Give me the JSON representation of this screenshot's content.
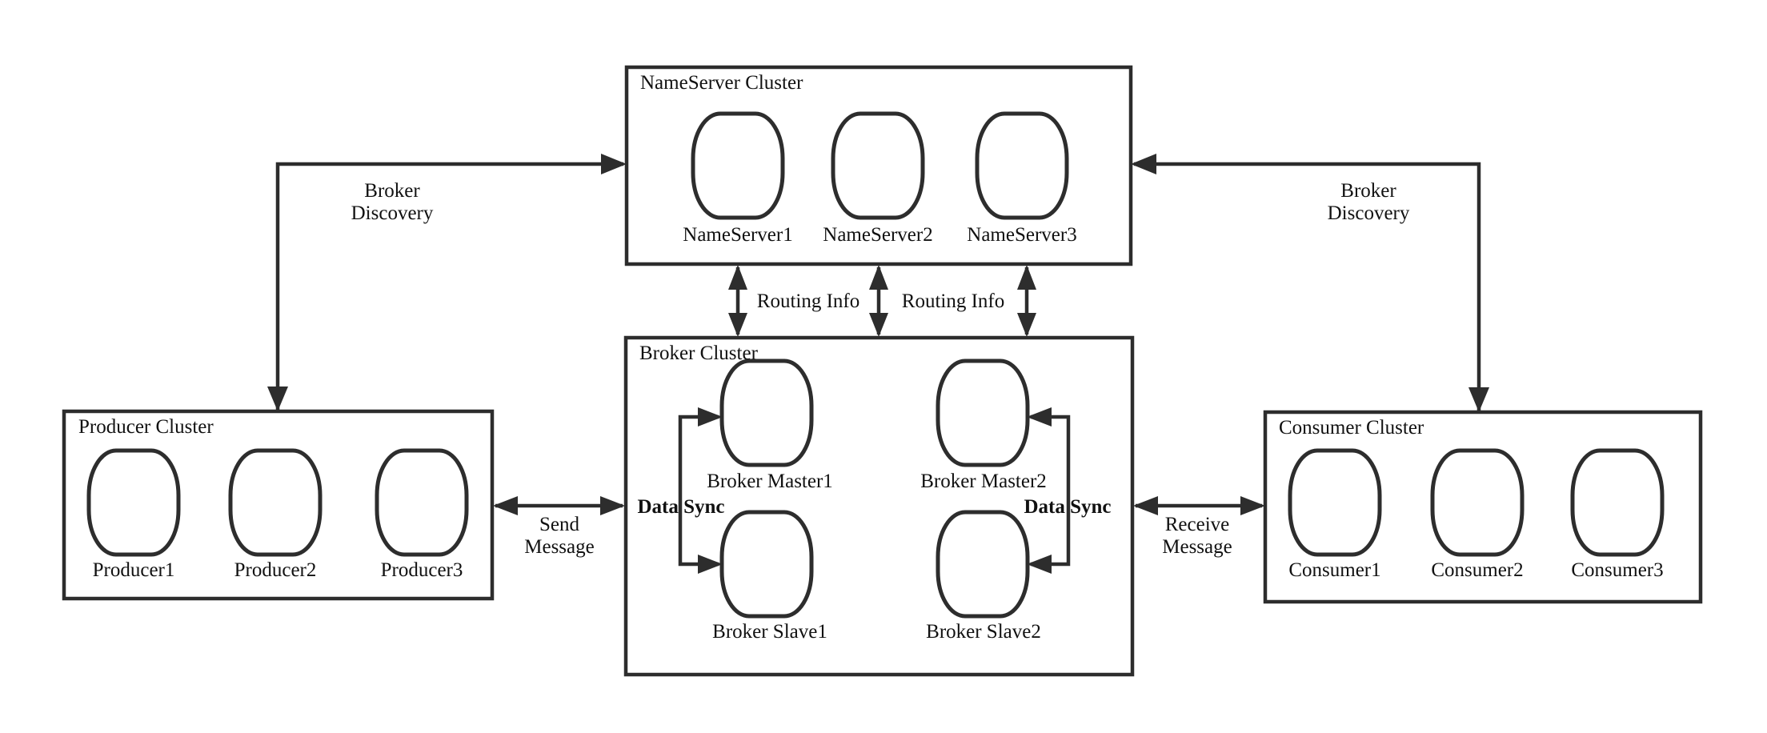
{
  "colors": {
    "line": "#2d2d2d",
    "text": "#111111",
    "background": "#ffffff"
  },
  "clusters": {
    "nameserver": {
      "title": "NameServer Cluster",
      "nodes": [
        "NameServer1",
        "NameServer2",
        "NameServer3"
      ]
    },
    "broker": {
      "title": "Broker Cluster",
      "nodes": [
        "Broker Master1",
        "Broker Master2",
        "Broker Slave1",
        "Broker Slave2"
      ]
    },
    "producer": {
      "title": "Producer Cluster",
      "nodes": [
        "Producer1",
        "Producer2",
        "Producer3"
      ]
    },
    "consumer": {
      "title": "Consumer Cluster",
      "nodes": [
        "Consumer1",
        "Consumer2",
        "Consumer3"
      ]
    }
  },
  "connections": {
    "producer_nameserver": {
      "label_line1": "Broker",
      "label_line2": "Discovery"
    },
    "consumer_nameserver": {
      "label_line1": "Broker",
      "label_line2": "Discovery"
    },
    "routing_left": "Routing Info",
    "routing_right": "Routing Info",
    "send": {
      "label_line1": "Send",
      "label_line2": "Message"
    },
    "receive": {
      "label_line1": "Receive",
      "label_line2": "Message"
    },
    "data_sync_left": "Data Sync",
    "data_sync_right": "Data Sync"
  }
}
